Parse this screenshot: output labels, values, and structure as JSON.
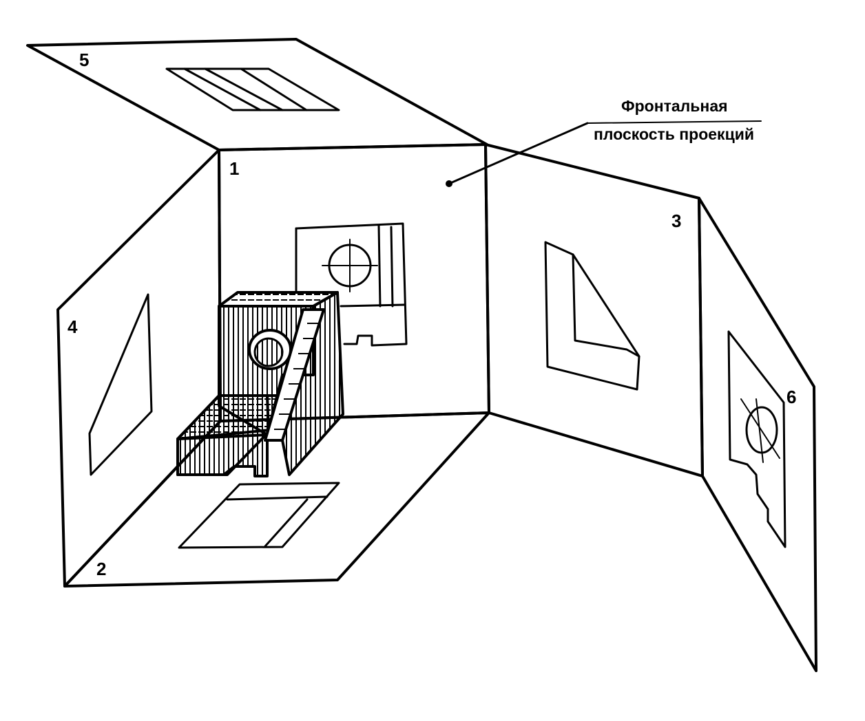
{
  "plane_labels": {
    "p1": "1",
    "p2": "2",
    "p3": "3",
    "p4": "4",
    "p5": "5",
    "p6": "6"
  },
  "callout": {
    "line1": "Фронтальная",
    "line2": "плоскость проекций"
  }
}
